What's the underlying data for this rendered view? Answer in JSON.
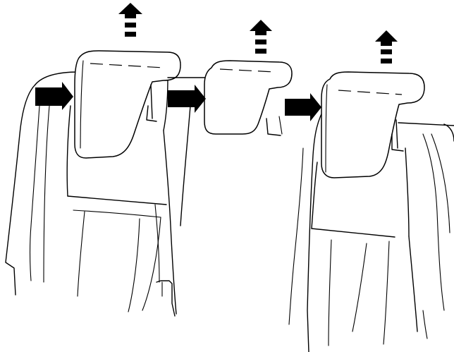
{
  "figure": {
    "subject": "rear-seat-headrest-removal-illustration",
    "colors": {
      "line": "#000000",
      "background": "#ffffff",
      "arrow_fill": "#000000"
    },
    "headrests": [
      {
        "position": "left",
        "arrow_up": "up-arrow-icon",
        "arrow_side": "push-right-arrow-icon"
      },
      {
        "position": "center",
        "arrow_up": "up-arrow-icon",
        "arrow_side": "push-right-arrow-icon"
      },
      {
        "position": "right",
        "arrow_up": "up-arrow-icon",
        "arrow_side": "push-right-arrow-icon"
      }
    ]
  }
}
